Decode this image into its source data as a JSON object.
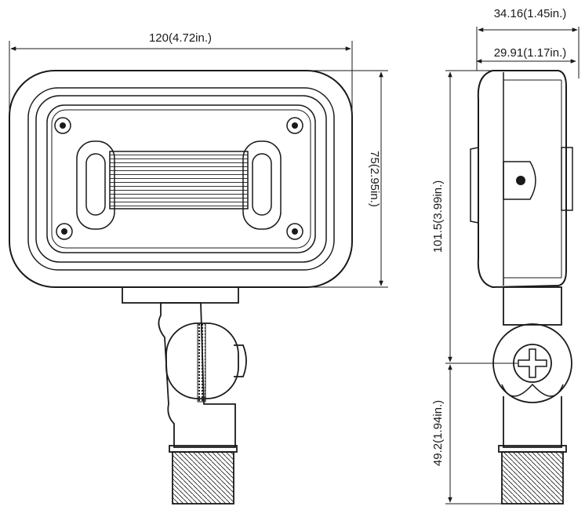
{
  "dimensions": {
    "front_width": "120(4.72in.)",
    "front_height": "75(2.95in.)",
    "side_depth_outer": "34.16(1.45in.)",
    "side_depth_inner": "29.91(1.17in.)",
    "side_height": "101.5(3.99in.)",
    "mount_height": "49.2(1.94in.)"
  },
  "colors": {
    "line": "#1a1a1a",
    "background": "#ffffff"
  }
}
